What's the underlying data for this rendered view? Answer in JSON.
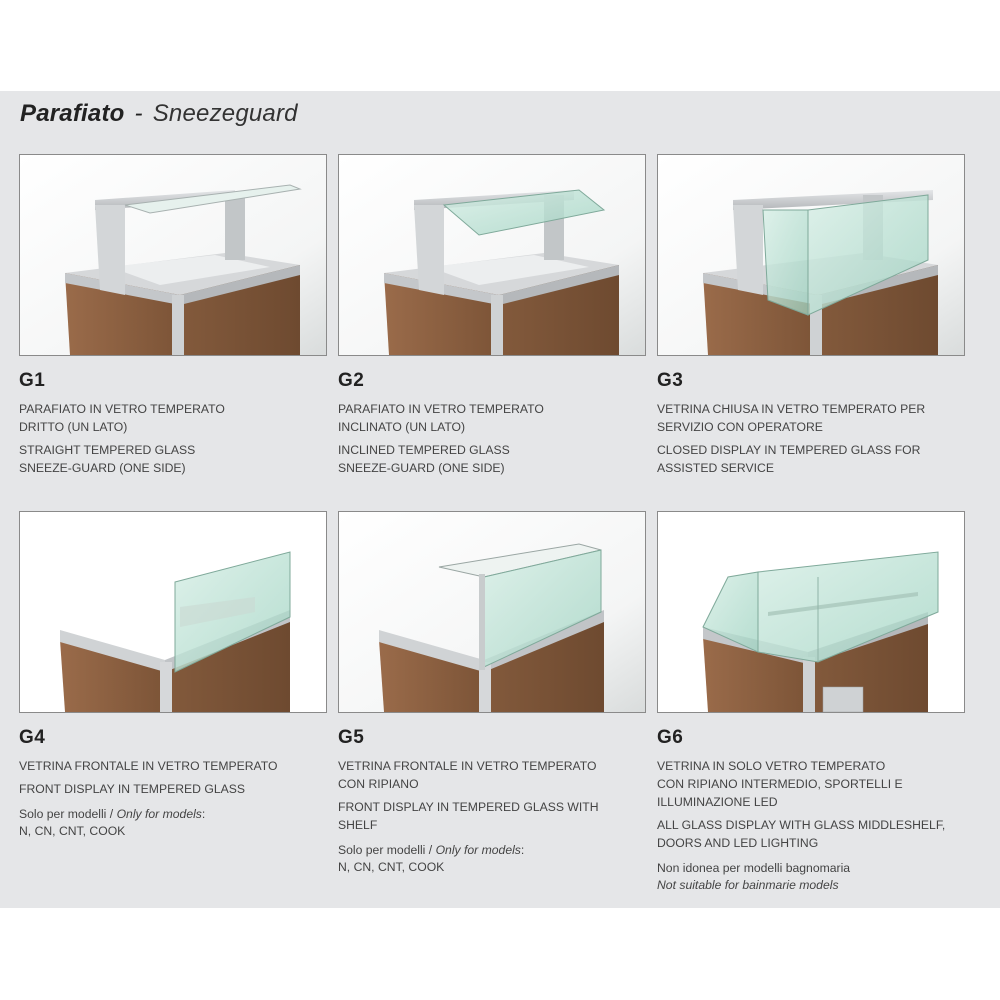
{
  "page": {
    "title_it": "Parafiato",
    "title_sep": "-",
    "title_en": "Sneezeguard",
    "background": "#e5e6e8"
  },
  "colors": {
    "wood": "#8a5d3e",
    "steel": "#c9cbcd",
    "glass": "#bfe3d6",
    "frame_border": "#8a8a8a"
  },
  "items": [
    {
      "code": "G1",
      "image_alt": "Counter with straight tempered glass sneeze-guard (one side)",
      "it": [
        "PARAFIATO IN VETRO TEMPERATO",
        "DRITTO (UN LATO)"
      ],
      "en": [
        "STRAIGHT TEMPERED GLASS",
        "SNEEZE-GUARD (ONE SIDE)"
      ]
    },
    {
      "code": "G2",
      "image_alt": "Counter with inclined tempered glass sneeze-guard (one side)",
      "it": [
        "PARAFIATO IN VETRO TEMPERATO",
        "INCLINATO (UN LATO)"
      ],
      "en": [
        "INCLINED TEMPERED GLASS",
        "SNEEZE-GUARD (ONE SIDE)"
      ]
    },
    {
      "code": "G3",
      "image_alt": "Counter with closed tempered glass display for assisted service",
      "it": [
        "VETRINA CHIUSA IN VETRO TEMPERATO PER",
        "SERVIZIO CON OPERATORE"
      ],
      "en": [
        "CLOSED DISPLAY IN TEMPERED GLASS FOR",
        "ASSISTED SERVICE"
      ]
    },
    {
      "code": "G4",
      "image_alt": "Counter with front display in tempered glass",
      "it": [
        "VETRINA FRONTALE IN VETRO TEMPERATO"
      ],
      "en": [
        "FRONT DISPLAY IN TEMPERED GLASS"
      ],
      "note_it": "Solo per modelli / ",
      "note_en": "Only for models",
      "note_suffix": ":",
      "note_models": "N, CN, CNT, COOK"
    },
    {
      "code": "G5",
      "image_alt": "Counter with front tempered glass display with shelf",
      "it": [
        "VETRINA FRONTALE IN VETRO TEMPERATO",
        "CON RIPIANO"
      ],
      "en": [
        "FRONT DISPLAY IN TEMPERED GLASS WITH",
        "SHELF"
      ],
      "note_it": "Solo per modelli / ",
      "note_en": "Only for models",
      "note_suffix": ":",
      "note_models": "N, CN, CNT, COOK"
    },
    {
      "code": "G6",
      "image_alt": "All glass display with glass middle shelf, doors and LED lighting",
      "it": [
        "VETRINA IN SOLO VETRO TEMPERATO",
        "CON RIPIANO INTERMEDIO, SPORTELLI E",
        "ILLUMINAZIONE LED"
      ],
      "en": [
        "ALL GLASS DISPLAY WITH GLASS MIDDLESHELF,",
        "DOORS AND LED LIGHTING"
      ],
      "note_line1": "Non idonea per modelli bagnomaria",
      "note_line2": "Not suitable for bainmarie models"
    }
  ]
}
